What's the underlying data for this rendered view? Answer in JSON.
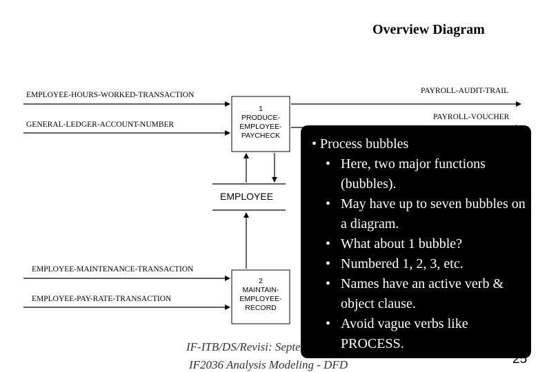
{
  "title": "Overview Diagram",
  "flows": {
    "hours_worked": "EMPLOYEE-HOURS-WORKED-TRANSACTION",
    "ledger_account": "GENERAL-LEDGER-ACCOUNT-NUMBER",
    "audit_trail": "PAYROLL-AUDIT-TRAIL",
    "voucher": "PAYROLL-VOUCHER",
    "maintenance": "EMPLOYEE-MAINTENANCE-TRANSACTION",
    "pay_rate": "EMPLOYEE-PAY-RATE-TRANSACTION"
  },
  "processes": [
    {
      "number": "1",
      "lines": [
        "PRODUCE-",
        "EMPLOYEE-",
        "PAYCHECK"
      ]
    },
    {
      "number": "2",
      "lines": [
        "MAINTAIN-",
        "EMPLOYEE-",
        "RECORD"
      ]
    }
  ],
  "data_store": "EMPLOYEE",
  "callout": {
    "heading": "Process bubbles",
    "points": [
      "Here, two major functions (bubbles).",
      "May have up to seven bubbles on a diagram.",
      "What about 1 bubble?",
      "Numbered 1, 2, 3, etc.",
      "Names have an active verb & object clause.",
      "Avoid vague verbs like PROCESS."
    ]
  },
  "footer": {
    "line1": "IF-ITB/DS/Revisi: Septem",
    "line2": "IF2036 Analysis Modeling - DFD"
  },
  "page_number": "25"
}
